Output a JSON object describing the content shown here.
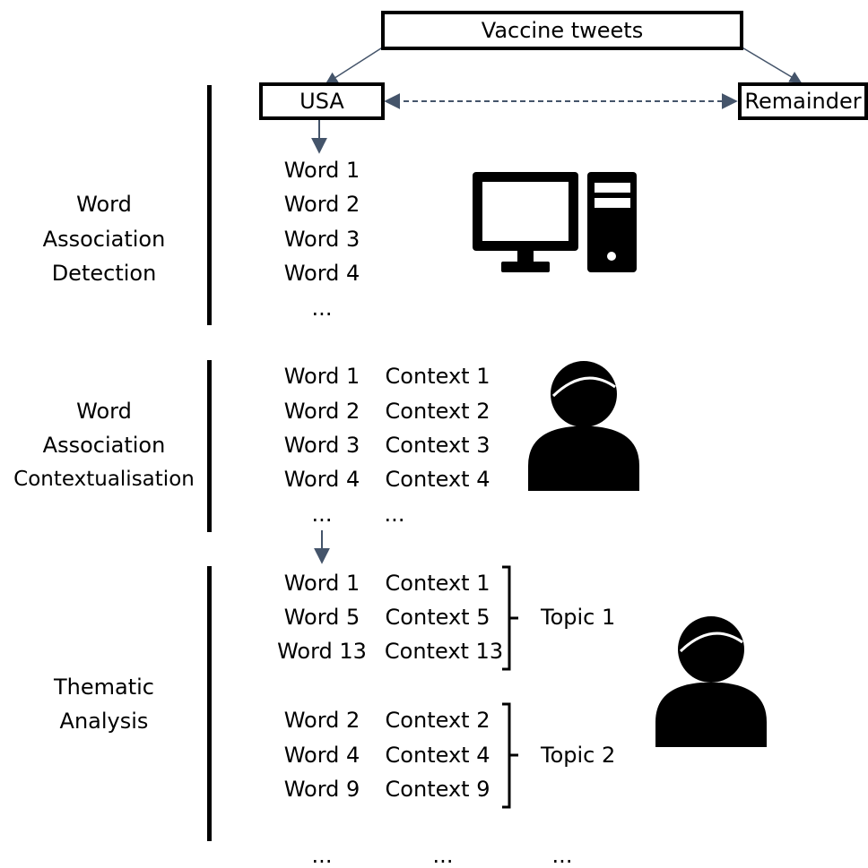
{
  "top": {
    "source": "Vaccine tweets",
    "left": "USA",
    "right": "Remainder"
  },
  "stages": [
    {
      "lines": [
        "Word",
        "Association",
        "Detection"
      ]
    },
    {
      "lines": [
        "Word",
        "Association",
        "Contextualisation"
      ]
    },
    {
      "lines": [
        "Thematic",
        "Analysis"
      ]
    }
  ],
  "detection": {
    "words": [
      "Word 1",
      "Word 2",
      "Word 3",
      "Word 4"
    ],
    "ellipsis": "..."
  },
  "contextualisation": {
    "words": [
      "Word 1",
      "Word 2",
      "Word 3",
      "Word 4"
    ],
    "contexts": [
      "Context 1",
      "Context 2",
      "Context 3",
      "Context 4"
    ],
    "ellipsis": "..."
  },
  "topics": [
    {
      "label": "Topic 1",
      "words": [
        "Word 1",
        "Word 5",
        "Word 13"
      ],
      "contexts": [
        "Context 1",
        "Context 5",
        "Context 13"
      ]
    },
    {
      "label": "Topic 2",
      "words": [
        "Word 2",
        "Word 4",
        "Word 9"
      ],
      "contexts": [
        "Context 2",
        "Context 4",
        "Context 9"
      ]
    }
  ],
  "bottom_ellipsis": "...",
  "icons": {
    "computer": "computer-icon",
    "person": "person-icon"
  },
  "colors": {
    "arrow": "#44546a",
    "ink": "#000000"
  }
}
